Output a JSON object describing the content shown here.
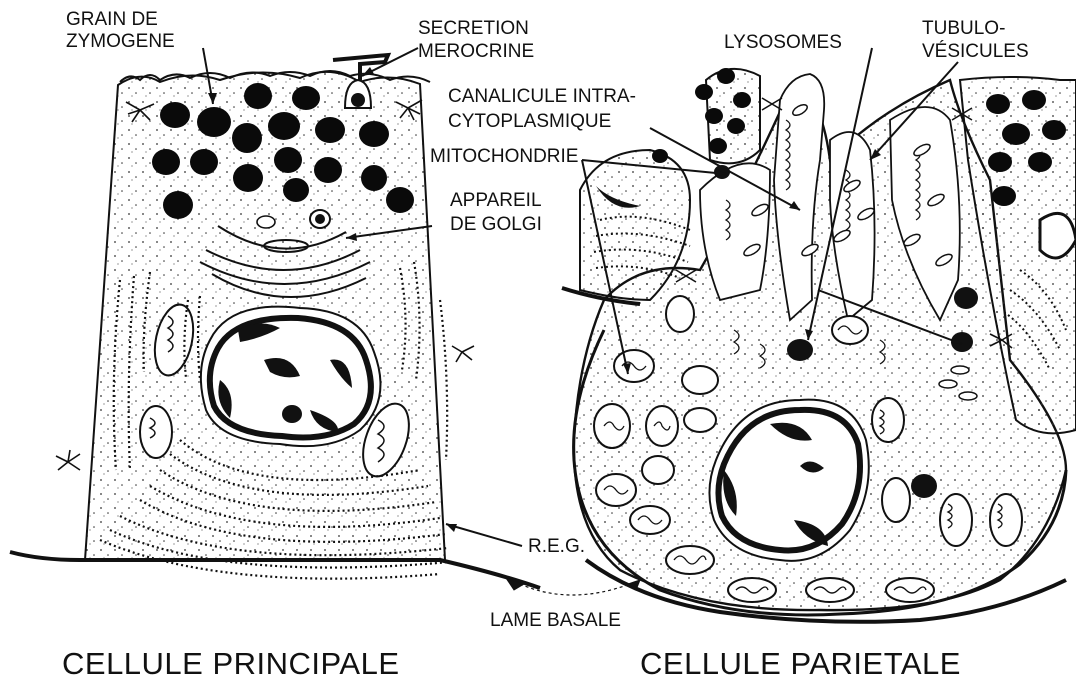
{
  "labels": {
    "grain_de_zymogene": [
      "GRAIN DE",
      "ZYMOGENE"
    ],
    "secretion_merocrine": [
      "SECRETION",
      "MEROCRINE"
    ],
    "lysosomes": "LYSOSOMES",
    "tubulo_vesicules": [
      "TUBULO-",
      "VÉSICULES"
    ],
    "canalicule": [
      "CANALICULE INTRA-",
      "CYTOPLASMIQUE"
    ],
    "mitochondrie": "MITOCHONDRIE",
    "appareil_de_golgi": [
      "APPAREIL",
      "DE GOLGI"
    ],
    "reg": "R.E.G.",
    "lame_basale": "LAME BASALE"
  },
  "titles": {
    "cellule_principale": "CELLULE PRINCIPALE",
    "cellule_parietale": "CELLULE PARIETALE"
  }
}
